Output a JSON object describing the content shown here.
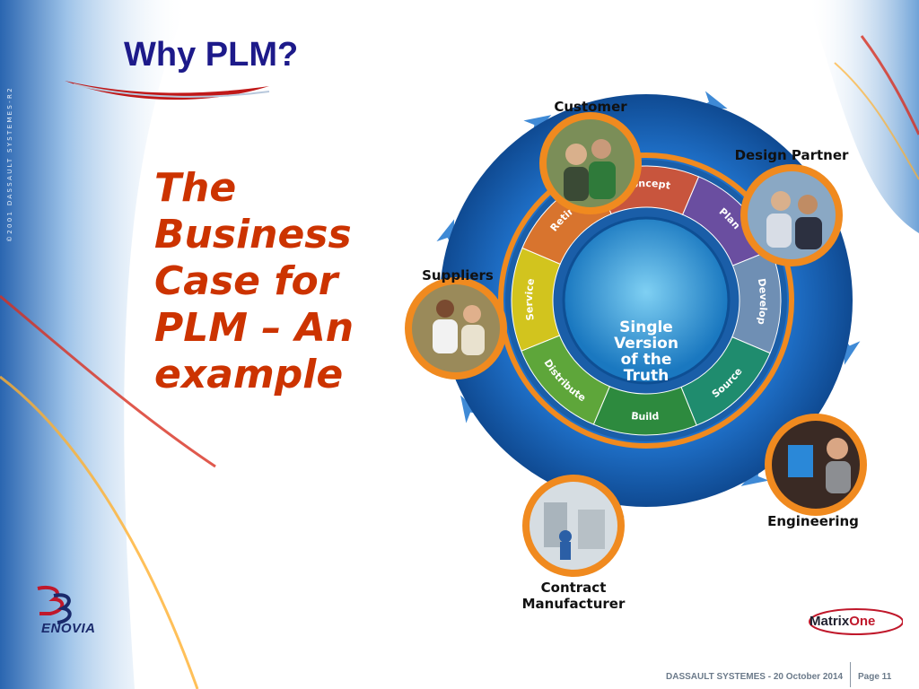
{
  "slide": {
    "title": "Why PLM?",
    "subtitle": "The Business Case for PLM – An example",
    "copyright": "©2001 DASSAULT SYSTEMES-R2"
  },
  "diagram": {
    "center_lines": [
      "Single",
      "Version",
      "of the",
      "Truth"
    ],
    "lifecycle": [
      {
        "label": "Concept",
        "color": "#c8553d"
      },
      {
        "label": "Plan",
        "color": "#6a4ea0"
      },
      {
        "label": "Develop",
        "color": "#6f8fb4"
      },
      {
        "label": "Source",
        "color": "#1f8c6e"
      },
      {
        "label": "Build",
        "color": "#2d8a3e"
      },
      {
        "label": "Distribute",
        "color": "#5ea63a"
      },
      {
        "label": "Service",
        "color": "#d2c41e"
      },
      {
        "label": "Retire",
        "color": "#d8742e"
      }
    ],
    "stakeholders": [
      {
        "label": "Customer"
      },
      {
        "label": "Design Partner"
      },
      {
        "label": "Engineering"
      },
      {
        "label": "Contract Manufacturer"
      },
      {
        "label": "Suppliers"
      }
    ],
    "colors": {
      "ring": "#1a62b4",
      "frame": "#f08a1f",
      "center": "#3aa3dc"
    }
  },
  "footer": {
    "company": "DASSAULT SYSTEMES - 20 October 2014",
    "page": "Page 11"
  },
  "brands": {
    "enovia": "ENOVIA",
    "matrix": "Matrix",
    "one": "One"
  }
}
